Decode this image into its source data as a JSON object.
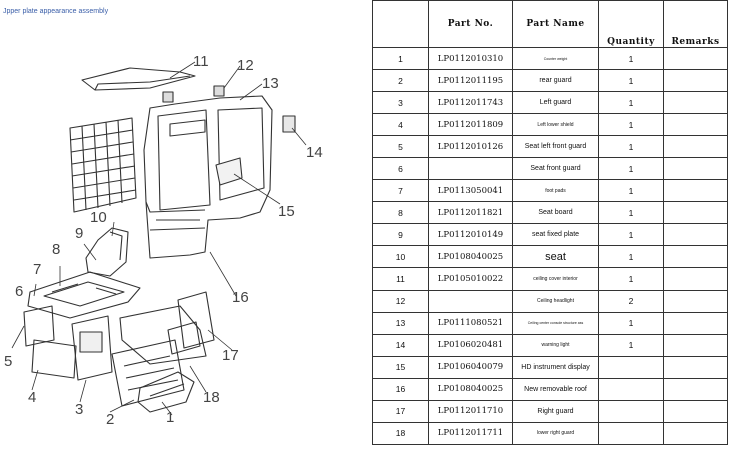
{
  "diagram": {
    "title": "Jpper plate appearance assembly",
    "callouts": [
      "1",
      "2",
      "3",
      "4",
      "5",
      "6",
      "7",
      "8",
      "9",
      "10",
      "11",
      "12",
      "13",
      "14",
      "15",
      "16",
      "17",
      "18"
    ]
  },
  "table": {
    "headers": {
      "no": "",
      "part_no": "Part No.",
      "name": "Part Name",
      "quantity": "Quantity",
      "remarks": "Remarks"
    },
    "rows": [
      {
        "no": "1",
        "part_no": "LP0112010310",
        "name": "Counter weight",
        "qty": "1",
        "remarks": ""
      },
      {
        "no": "2",
        "part_no": "LP0112011195",
        "name": "rear guard",
        "qty": "1",
        "remarks": ""
      },
      {
        "no": "3",
        "part_no": "LP0112011743",
        "name": "Left guard",
        "qty": "1",
        "remarks": ""
      },
      {
        "no": "4",
        "part_no": "LP0112011809",
        "name": "Left lower shield",
        "qty": "1",
        "remarks": ""
      },
      {
        "no": "5",
        "part_no": "LP0112010126",
        "name": "Seat left front guard",
        "qty": "1",
        "remarks": ""
      },
      {
        "no": "6",
        "part_no": "",
        "name": "Seat front guard",
        "qty": "1",
        "remarks": ""
      },
      {
        "no": "7",
        "part_no": "LP0113050041",
        "name": "foot pads",
        "qty": "1",
        "remarks": ""
      },
      {
        "no": "8",
        "part_no": "LP0112011821",
        "name": "Seat board",
        "qty": "1",
        "remarks": ""
      },
      {
        "no": "9",
        "part_no": "LP0112010149",
        "name": "seat fixed plate",
        "qty": "1",
        "remarks": ""
      },
      {
        "no": "10",
        "part_no": "LP0108040025",
        "name": "seat",
        "qty": "1",
        "remarks": ""
      },
      {
        "no": "11",
        "part_no": "LP0105010022",
        "name": "ceiling cover interior",
        "qty": "1",
        "remarks": ""
      },
      {
        "no": "12",
        "part_no": "",
        "name": "Ceiling headlight",
        "qty": "2",
        "remarks": ""
      },
      {
        "no": "13",
        "part_no": "LP0111080521",
        "name": "Ceiling center console structure ass",
        "qty": "1",
        "remarks": ""
      },
      {
        "no": "14",
        "part_no": "LP0106020481",
        "name": "warning light",
        "qty": "1",
        "remarks": ""
      },
      {
        "no": "15",
        "part_no": "LP0106040079",
        "name": "HD instrument display",
        "qty": "",
        "remarks": ""
      },
      {
        "no": "16",
        "part_no": "LP0108040025",
        "name": "New removable roof",
        "qty": "",
        "remarks": ""
      },
      {
        "no": "17",
        "part_no": "LP0112011710",
        "name": "Right guard",
        "qty": "",
        "remarks": ""
      },
      {
        "no": "18",
        "part_no": "LP0112011711",
        "name": "lower right guard",
        "qty": "",
        "remarks": ""
      }
    ]
  }
}
